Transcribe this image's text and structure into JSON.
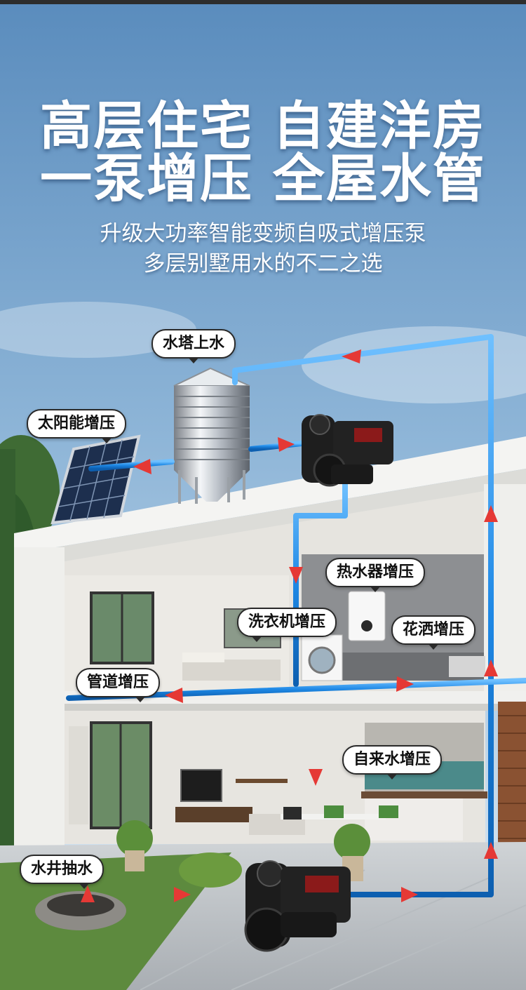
{
  "headline": {
    "line1": "高层住宅 自建洋房",
    "line2": "一泵增压 全屋水管"
  },
  "subtitle": {
    "line1": "升级大功率智能变频自吸式增压泵",
    "line2": "多层别墅用水的不二之选"
  },
  "callouts": {
    "water_tower": "水塔上水",
    "solar": "太阳能增压",
    "heater": "热水器增压",
    "washer": "洗衣机增压",
    "shower": "花洒增压",
    "pipeline": "管道增压",
    "tap_water": "自来水增压",
    "well": "水井抽水"
  },
  "colors": {
    "sky_top": "#5e8fbf",
    "sky_bottom": "#dbe8f3",
    "pipe": "#1e88e5",
    "flow_arrow": "#e53935",
    "pump_body": "#1c1c1c",
    "wall": "#f2f2ef"
  },
  "icons": [
    "water-tower-icon",
    "solar-panel-icon",
    "booster-pump-icon",
    "water-heater-icon",
    "washing-machine-icon",
    "well-icon"
  ]
}
